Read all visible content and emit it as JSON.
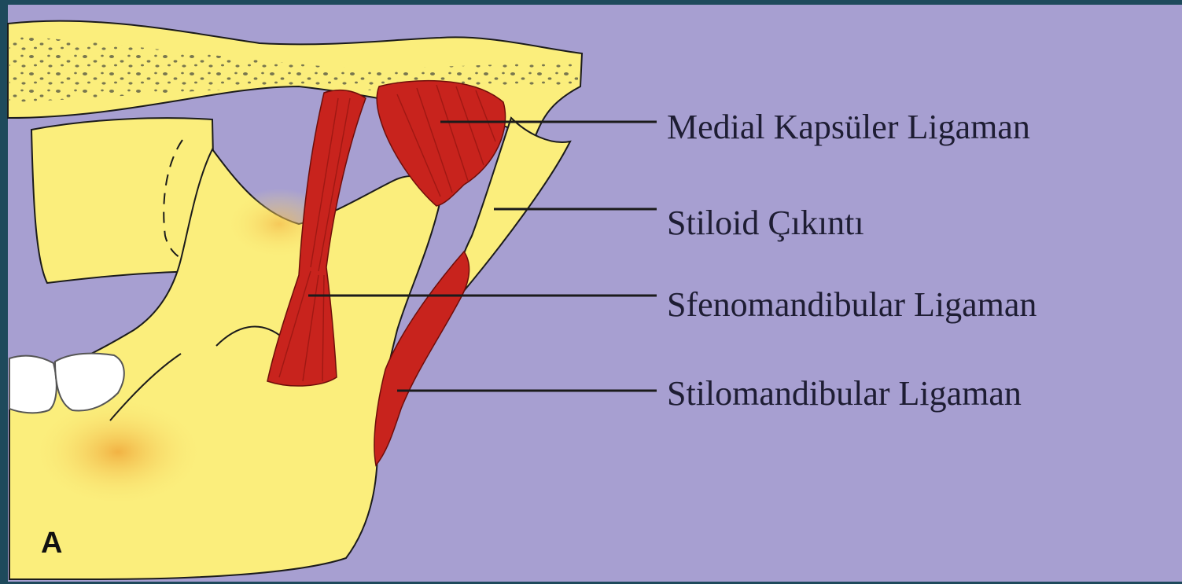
{
  "figure": {
    "panel_letter": "A",
    "labels": [
      {
        "id": "medial-kapsuler-ligaman",
        "text": "Medial Kapsüler Ligaman"
      },
      {
        "id": "stiloid-cikinti",
        "text": "Stiloid Çıkıntı"
      },
      {
        "id": "sfenomandibular-ligaman",
        "text": "Sfenomandibular Ligaman"
      },
      {
        "id": "stilomandibular-ligaman",
        "text": "Stilomandibular Ligaman"
      }
    ]
  },
  "colors": {
    "border": "#1e4a5c",
    "background": "#a79fd1",
    "bone": "#fbee7c",
    "bone_shadow": "#f0b443",
    "ligament": "#c8231d",
    "teeth": "#ffffff",
    "text": "#1e1d33"
  }
}
